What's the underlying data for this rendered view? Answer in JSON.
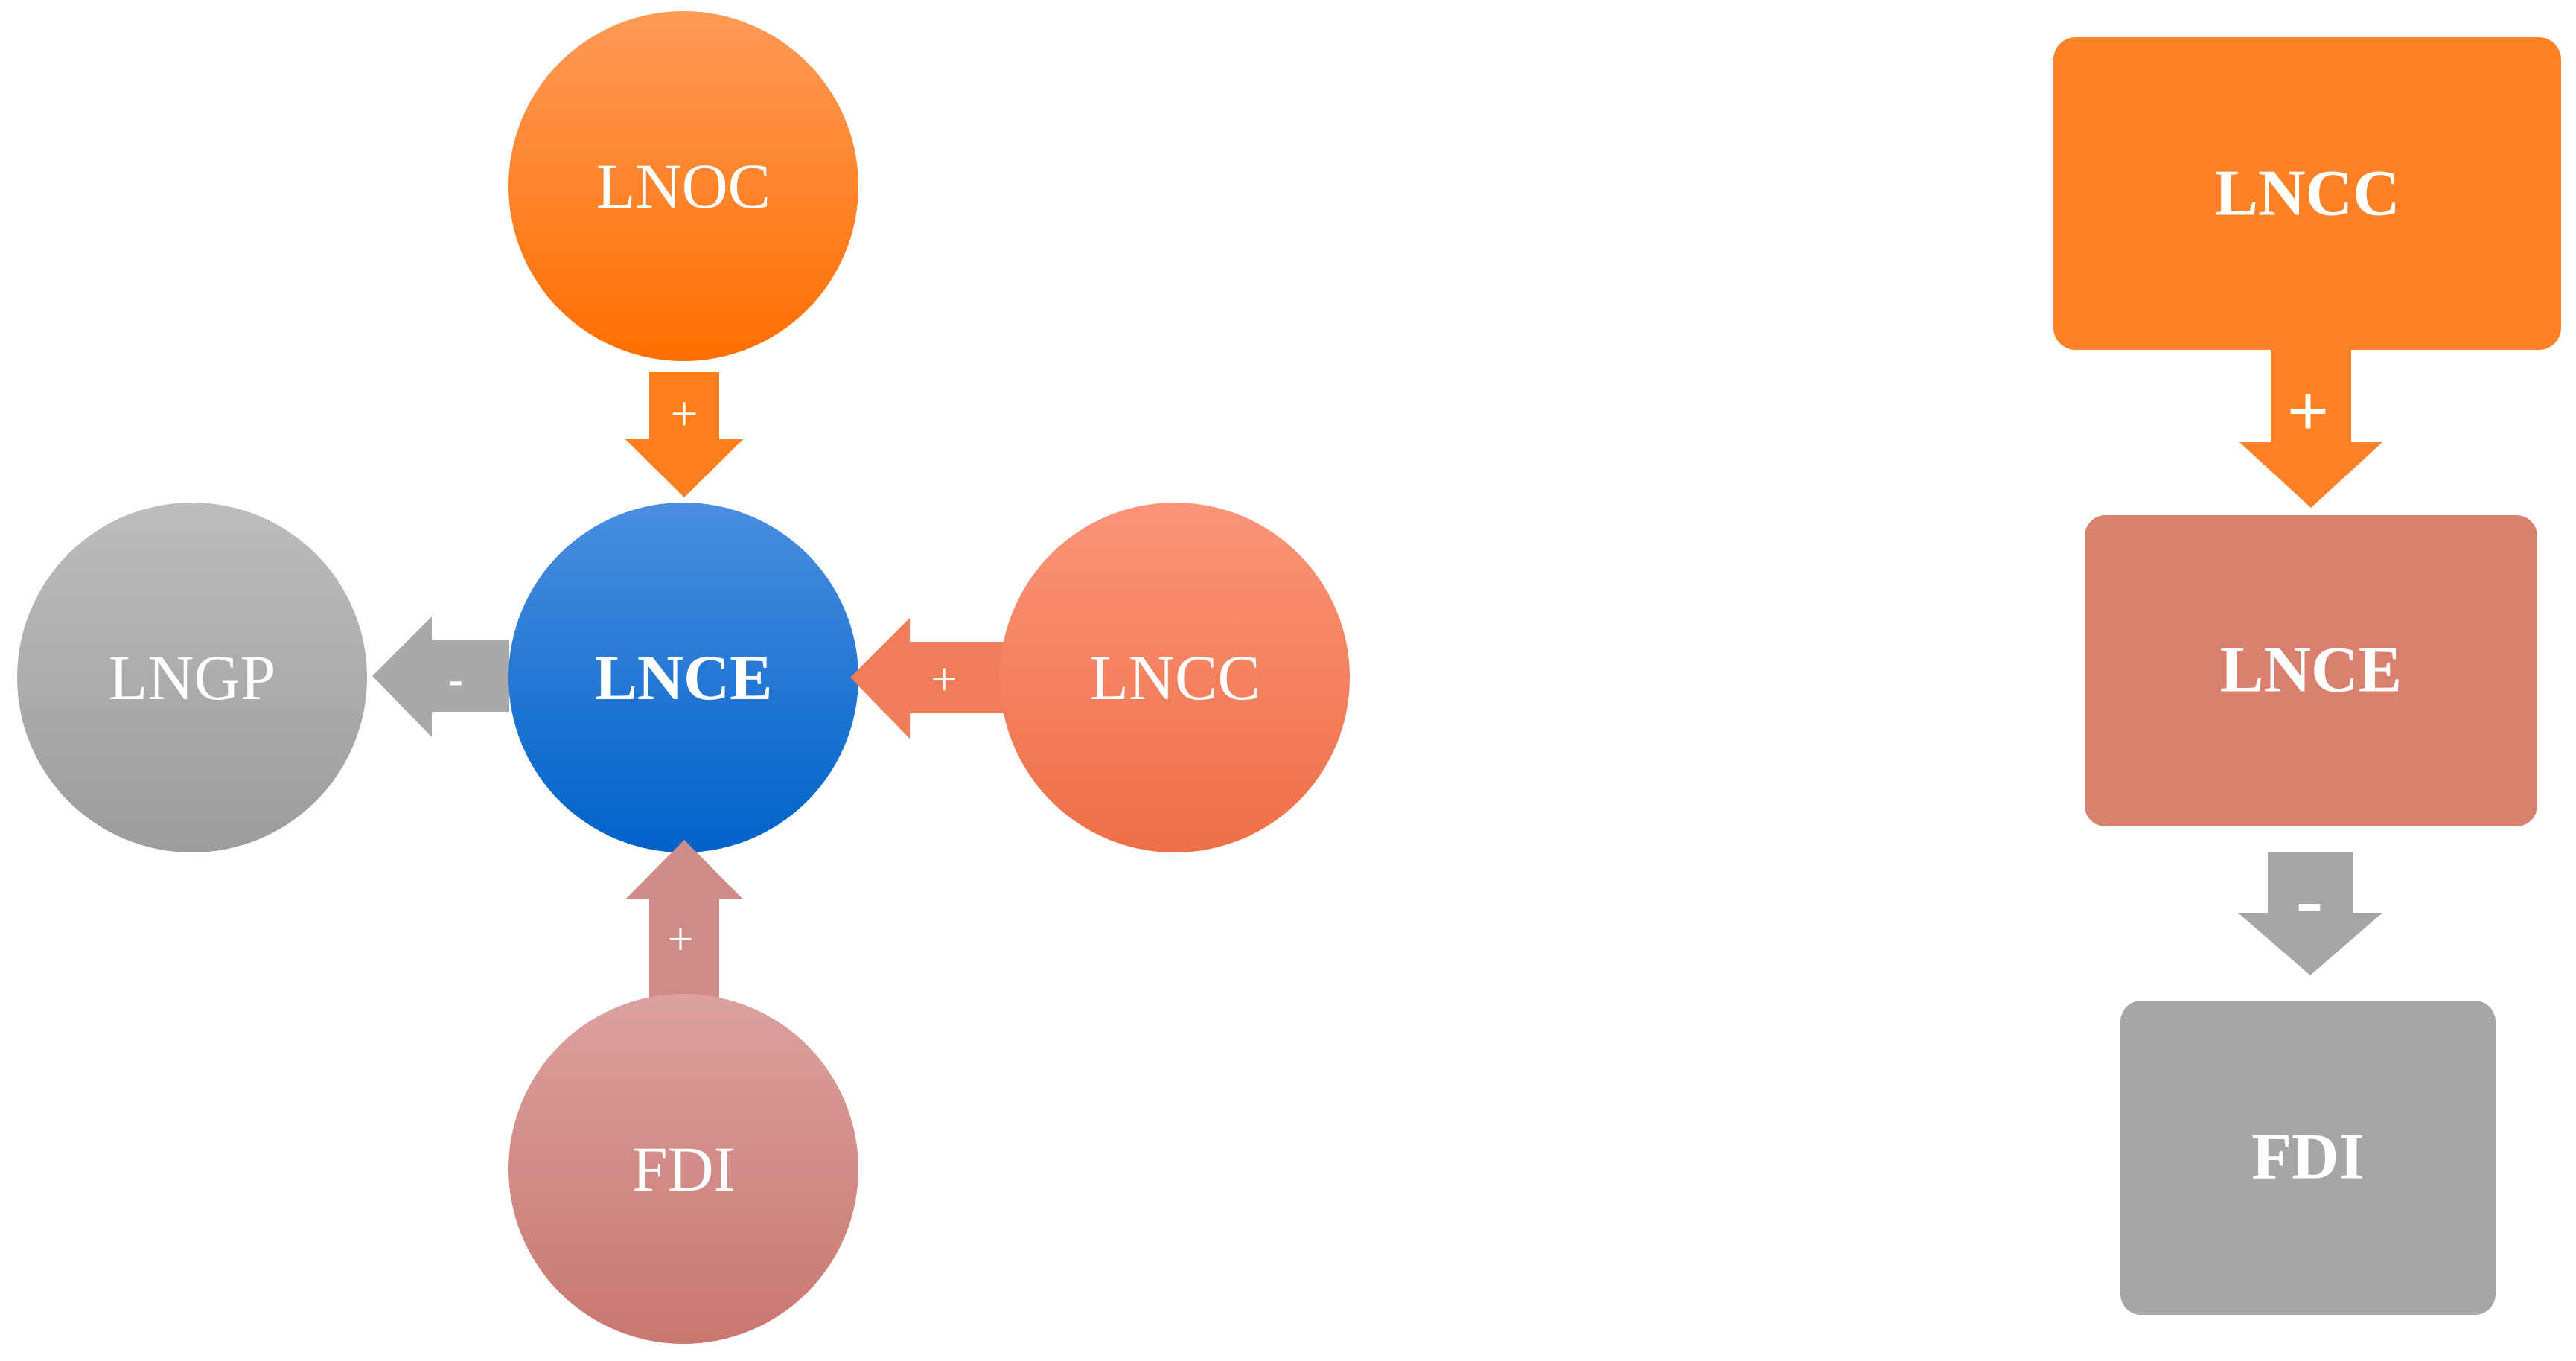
{
  "left_diagram": {
    "nodes": {
      "top": {
        "label": "LNOC"
      },
      "left": {
        "label": "LNGP"
      },
      "center": {
        "label": "LNCE"
      },
      "right": {
        "label": "LNCC"
      },
      "bottom": {
        "label": "FDI"
      }
    },
    "arrows": {
      "top_to_center": {
        "sign": "+"
      },
      "center_to_left": {
        "sign": "-"
      },
      "right_to_center": {
        "sign": "+"
      },
      "bottom_to_center": {
        "sign": "+"
      }
    }
  },
  "right_diagram": {
    "nodes": {
      "top": {
        "label": "LNCC"
      },
      "middle": {
        "label": "LNCE"
      },
      "bottom": {
        "label": "FDI"
      }
    },
    "arrows": {
      "top_to_middle": {
        "sign": "+"
      },
      "middle_to_bottom": {
        "sign": "-"
      }
    }
  },
  "colors": {
    "orange": "#ff7a1f",
    "blue": "#1f74d6",
    "salmon": "#f4805d",
    "gray": "#a8a8a8",
    "rose": "#d48a86",
    "box_orange": "#fe8225",
    "box_rose": "#d9806f",
    "box_gray": "#a6a6a6"
  }
}
